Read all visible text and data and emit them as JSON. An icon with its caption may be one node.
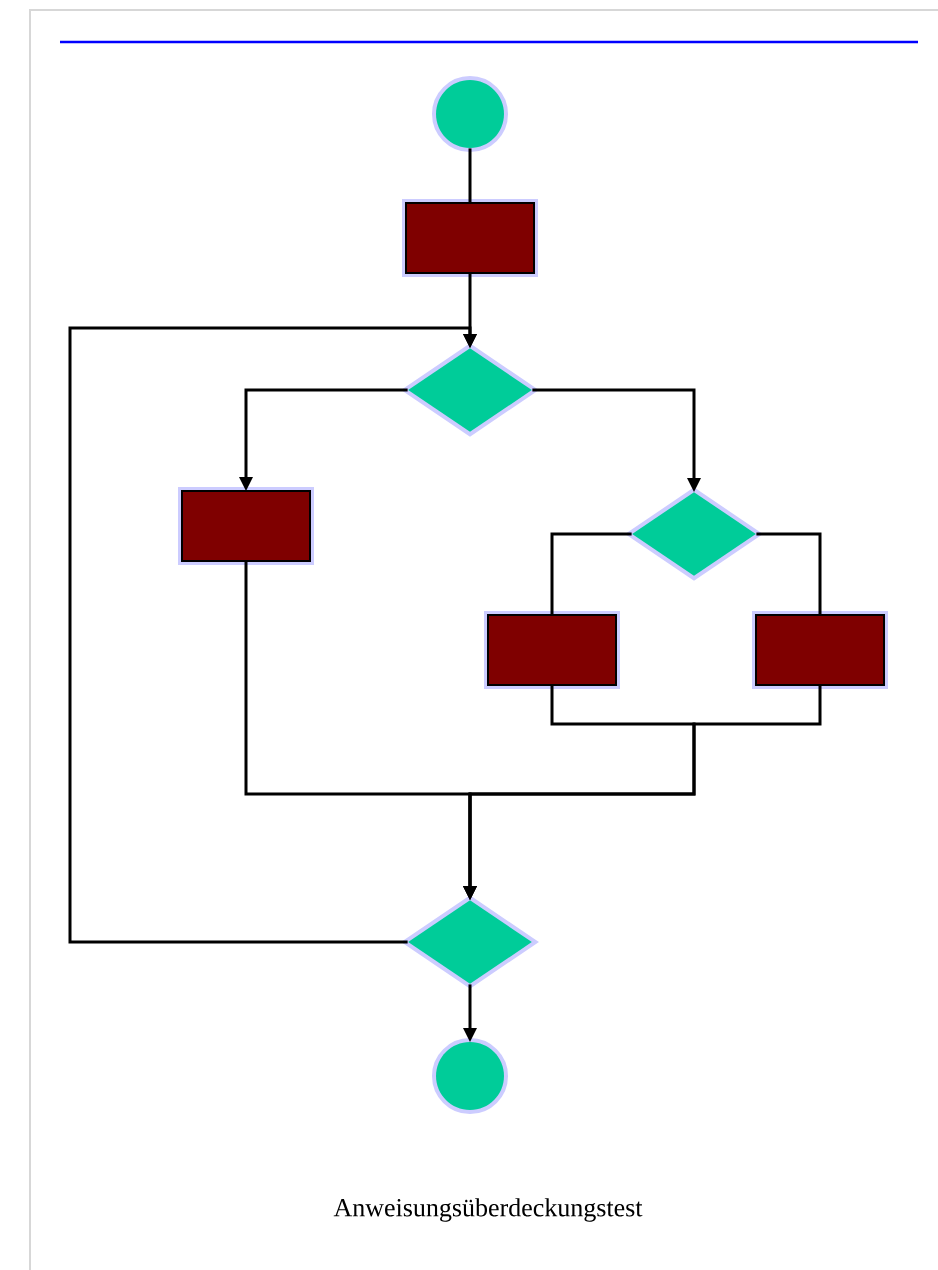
{
  "diagram": {
    "caption": "Anweisungsüberdeckungstest",
    "nodes": [
      {
        "text": [],
        "shape": "circle"
      },
      {
        "text": [],
        "shape": "box"
      },
      {
        "text": [],
        "shape": "diamond"
      },
      {
        "text": [],
        "shape": "box"
      },
      {
        "text": [],
        "shape": "diamond"
      },
      {
        "text": [],
        "shape": "box"
      },
      {
        "text": [],
        "shape": "box"
      },
      {
        "text": [],
        "shape": "diamond"
      },
      {
        "text": [],
        "shape": "circle"
      }
    ],
    "edges": [
      {
        "from": 0,
        "to": 1,
        "arrow": "none"
      },
      {
        "from": 1,
        "to": 2,
        "arrow": "to"
      },
      {
        "from": 2,
        "to": 3,
        "arrow": "to"
      },
      {
        "from": 2,
        "to": 4,
        "arrow": "to"
      },
      {
        "from": 4,
        "to": 5,
        "arrow": "none"
      },
      {
        "from": 4,
        "to": 6,
        "arrow": "none"
      },
      {
        "from": 3,
        "to": 7,
        "arrow": "to"
      },
      {
        "from": 5,
        "to": 7,
        "arrow": "to"
      },
      {
        "from": 6,
        "to": 7,
        "arrow": "to"
      },
      {
        "from": 7,
        "to": 2,
        "arrow": "to"
      },
      {
        "from": 7,
        "to": 8,
        "arrow": "to"
      }
    ]
  }
}
